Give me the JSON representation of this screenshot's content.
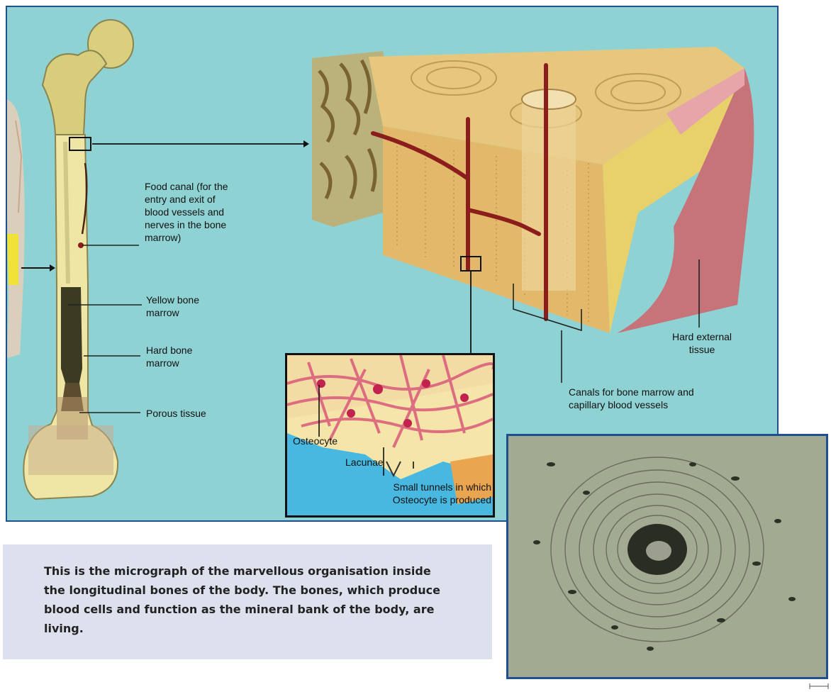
{
  "labels": {
    "food_canal": "Food canal (for the\nentry and exit of\nblood vessels and\nnerves in the bone\nmarrow)",
    "yellow_marrow": "Yellow bone\nmarrow",
    "hard_marrow": "Hard bone\nmarrow",
    "porous": "Porous tissue",
    "hard_external": "Hard external\ntissue",
    "canals": "Canals for bone marrow and\ncapillary blood vessels",
    "osteocyte": "Osteocyte",
    "lacunae": "Lacunae",
    "tunnels": "Small tunnels in which\nOsteocyte is produced"
  },
  "caption": "This is the micrograph of the marvellous organisation inside the longitudinal bones of the body. The bones, which produce blood cells and function as the mineral bank of the body, are living.",
  "colors": {
    "panel_bg": "#8fd2d4",
    "panel_border": "#1f4f8f",
    "bone": "#d9cf7e",
    "marrow_dark": "#3b3a22",
    "vessel": "#8b1d1d",
    "caption_bg": "#dde1ee",
    "inset_blue": "#48b8e0",
    "micrograph_tone": "#9ea58e"
  },
  "icons": [
    "human-figure-icon",
    "femur-bone-icon",
    "bone-section-icon",
    "scale-bar-icon"
  ]
}
